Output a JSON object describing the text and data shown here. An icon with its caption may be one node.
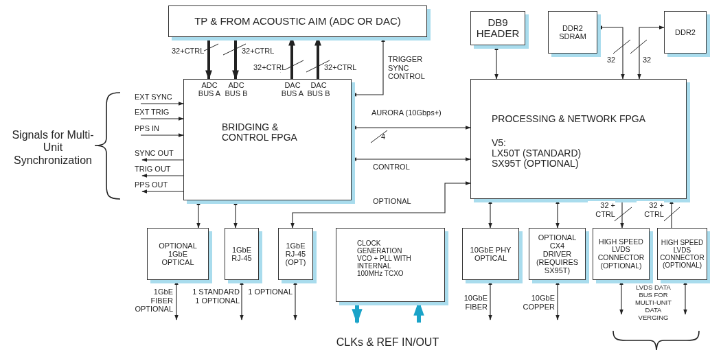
{
  "diagram": {
    "nodes": [
      {
        "text": [
          "TP & FROM ACOUSTIC AIM (ADC OR DAC)"
        ]
      },
      {
        "text": [
          "ADC BUS A",
          "ADC BUS B",
          "DAC BUS A",
          "DAC BUS B",
          "BRIDGING & CONTROL FPGA"
        ]
      },
      {
        "text": [
          "DB9 HEADER"
        ]
      },
      {
        "text": [
          "DDR2 SDRAM"
        ]
      },
      {
        "text": [
          "DDR2"
        ]
      },
      {
        "text": [
          "PROCESSING & NETWORK FPGA",
          "V5:",
          "LX50T (STANDARD)",
          "SX95T (OPTIONAL)"
        ]
      },
      {
        "text": [
          "OPTIONAL 1GbE OPTICAL"
        ]
      },
      {
        "text": [
          "1GbE RJ-45"
        ]
      },
      {
        "text": [
          "1GbE RJ-45 (OPT)"
        ]
      },
      {
        "text": [
          "CLOCK GENERATION VCO + PLL WITH INTERNAL 100MHz TCXO"
        ]
      },
      {
        "text": [
          "10GbE PHY OPTICAL"
        ]
      },
      {
        "text": [
          "OPTIONAL CX4 DRIVER (REQUIRES SX95T)"
        ]
      },
      {
        "text": [
          "HIGH SPEED LVDS CONNECTOR (OPTIONAL)"
        ]
      },
      {
        "text": [
          "HIGH SPEED LVDS CONNECTOR (OPTIONAL)"
        ]
      }
    ],
    "edges": [
      {
        "from": 0,
        "to": 1,
        "arrow": "to",
        "label": "32+CTRL",
        "style": "thick"
      },
      {
        "from": 0,
        "to": 1,
        "arrow": "to",
        "label": "32+CTRL",
        "style": "thick"
      },
      {
        "from": 1,
        "to": 0,
        "arrow": "to",
        "label": "32+CTRL",
        "style": "thick"
      },
      {
        "from": 1,
        "to": 0,
        "arrow": "to",
        "label": "32+CTRL",
        "style": "thick"
      },
      {
        "from": 1,
        "to": 0,
        "arrow": "both",
        "label": "TRIGGER SYNC CONTROL"
      },
      {
        "from": 1,
        "to": 5,
        "arrow": "both",
        "label": "AURORA (10Gbps+)"
      },
      {
        "from": 1,
        "to": 5,
        "arrow": "both",
        "label": "CONTROL"
      },
      {
        "from": 5,
        "to": 8,
        "arrow": "both",
        "label": "OPTIONAL"
      },
      {
        "from": 2,
        "to": 5,
        "arrow": "both"
      },
      {
        "from": 5,
        "to": 3,
        "arrow": "both",
        "label": "32"
      },
      {
        "from": 5,
        "to": 4,
        "arrow": "both",
        "label": "32"
      },
      {
        "from": 5,
        "to": 12,
        "arrow": "to",
        "label": "32 + CTRL"
      },
      {
        "from": 13,
        "to": 5,
        "arrow": "to",
        "label": "32 + CTRL"
      },
      {
        "from": 1,
        "to": 6,
        "arrow": "both"
      },
      {
        "from": 1,
        "to": 7,
        "arrow": "both"
      },
      {
        "from": 5,
        "to": 10,
        "arrow": "both"
      },
      {
        "from": 5,
        "to": 11,
        "arrow": "both"
      },
      {
        "from": 6,
        "to": null,
        "arrow": "both",
        "label": "1GbE FIBER OPTIONAL"
      },
      {
        "from": 7,
        "to": null,
        "arrow": "both",
        "label": "1 STANDARD 1 OPTIONAL"
      },
      {
        "from": 8,
        "to": null,
        "arrow": "both",
        "label": "1 OPTIONAL"
      },
      {
        "from": 10,
        "to": null,
        "arrow": "both",
        "label": "10GbE FIBER"
      },
      {
        "from": 11,
        "to": null,
        "arrow": "both",
        "label": "10GbE COPPER"
      },
      {
        "from": 12,
        "to": null,
        "arrow": "both"
      },
      {
        "from": 13,
        "to": null,
        "arrow": "both"
      },
      {
        "from": 9,
        "to": null,
        "arrow": "to",
        "style": "thick",
        "color": "#1aa3c8"
      },
      {
        "from": null,
        "to": 9,
        "arrow": "to",
        "style": "thick",
        "color": "#1aa3c8"
      },
      {
        "from": null,
        "to": 1,
        "arrow": "to",
        "label": "EXT SYNC"
      },
      {
        "from": null,
        "to": 1,
        "arrow": "to",
        "label": "EXT TRIG"
      },
      {
        "from": null,
        "to": 1,
        "arrow": "to",
        "label": "PPS IN"
      },
      {
        "from": 1,
        "to": null,
        "arrow": "to",
        "label": "SYNC OUT"
      },
      {
        "from": 1,
        "to": null,
        "arrow": "to",
        "label": "TRIG OUT"
      },
      {
        "from": 1,
        "to": null,
        "arrow": "to",
        "label": "PPS OUT"
      }
    ],
    "labels": [
      "Signals for Multi-Unit Synchronization",
      "4",
      "LVDS DATA BUS FOR MULTI-UNIT DATA VERGING",
      "CLKs & REF IN/OUT"
    ]
  }
}
